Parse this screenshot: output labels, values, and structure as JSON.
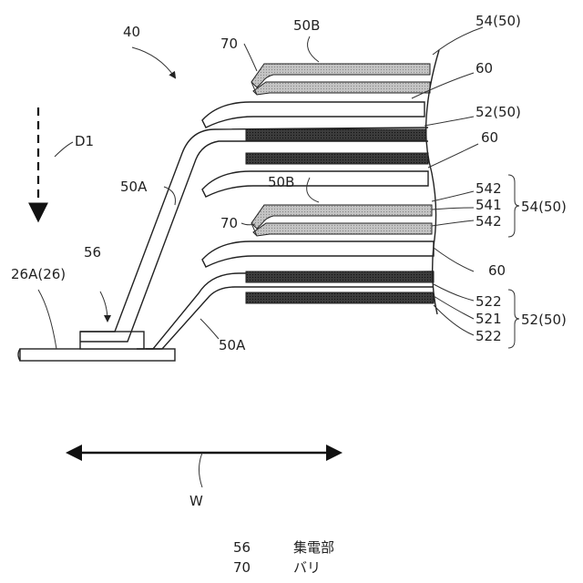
{
  "figure": {
    "labels": {
      "ref_40": "40",
      "d1": "D1",
      "ref_26a": "26A(26)",
      "ref_56": "56",
      "ref_50a_upper": "50A",
      "ref_50a_lower": "50A",
      "ref_50b_top": "50B",
      "ref_70_top": "70",
      "ref_54_top": "54(50)",
      "ref_60_1": "60",
      "ref_52_top": "52(50)",
      "ref_60_2": "60",
      "ref_50b_mid": "50B",
      "ref_70_mid": "70",
      "ref_542_a": "542",
      "ref_541": "541",
      "ref_542_b": "542",
      "ref_54_mid": "54(50)",
      "ref_60_3": "60",
      "ref_522_a": "522",
      "ref_521": "521",
      "ref_522_b": "522",
      "ref_52_bottom": "52(50)",
      "w": "W"
    },
    "legend": [
      {
        "num": "56",
        "text": "集電部"
      },
      {
        "num": "70",
        "text": "バリ"
      }
    ],
    "colors": {
      "line": "#222222",
      "dark_layer": "#3a3a3a",
      "gray_layer": "#b8b8b8",
      "light_layer": "#d6d6d6"
    }
  }
}
